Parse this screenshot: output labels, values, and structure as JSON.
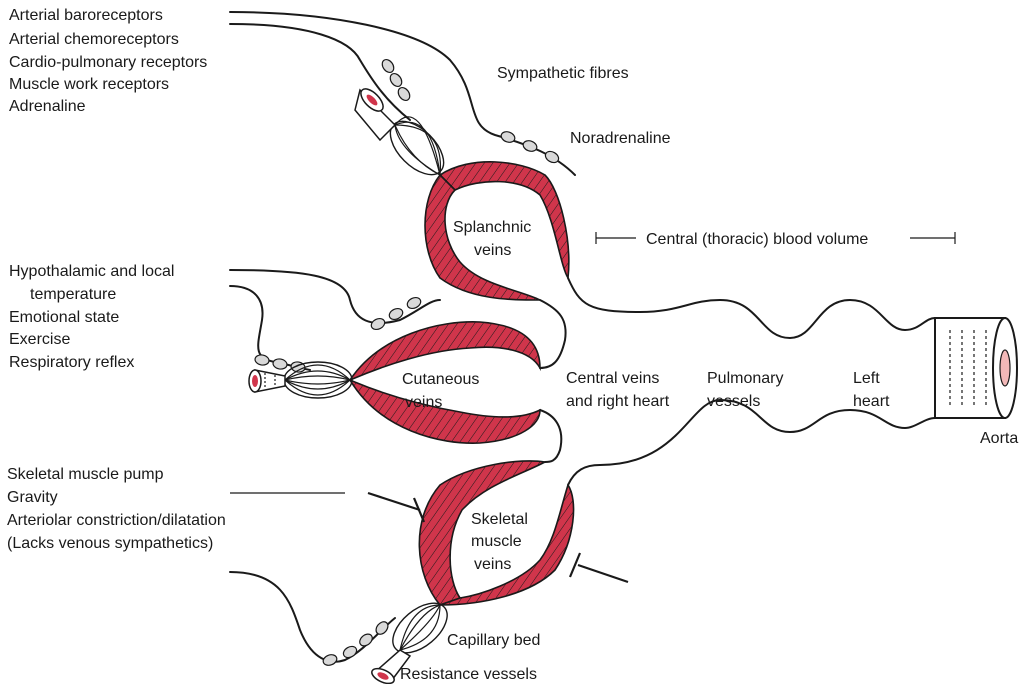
{
  "colors": {
    "vein_fill": "#d0354b",
    "outline": "#1a1a1a",
    "bead": "#d9d9d9",
    "lumen": "#f2b8b8"
  },
  "labels": {
    "inputs_top": [
      "Arterial baroreceptors",
      "Arterial chemoreceptors",
      "Cardio-pulmonary receptors",
      "Muscle work receptors",
      "Adrenaline"
    ],
    "sympathetic_fibres": "Sympathetic fibres",
    "noradrenaline": "Noradrenaline",
    "splanchnic_veins": [
      "Splanchnic",
      "veins"
    ],
    "central_blood_volume": "Central (thoracic) blood volume",
    "inputs_middle": [
      "Hypothalamic and local",
      "temperature",
      "Emotional state",
      "Exercise",
      "Respiratory reflex"
    ],
    "cutaneous_veins": [
      "Cutaneous",
      "veins"
    ],
    "central_veins": [
      "Central veins",
      "and right heart"
    ],
    "pulmonary_vessels": [
      "Pulmonary",
      "vessels"
    ],
    "left_heart": [
      "Left",
      "heart"
    ],
    "aorta": "Aorta",
    "inputs_bottom": [
      "Skeletal muscle pump",
      "Gravity",
      "Arteriolar constriction/dilatation",
      "(Lacks venous sympathetics)"
    ],
    "skeletal_muscle_veins": [
      "Skeletal",
      "muscle",
      "veins"
    ],
    "capillary_bed": "Capillary bed",
    "resistance_vessels": "Resistance vessels"
  }
}
